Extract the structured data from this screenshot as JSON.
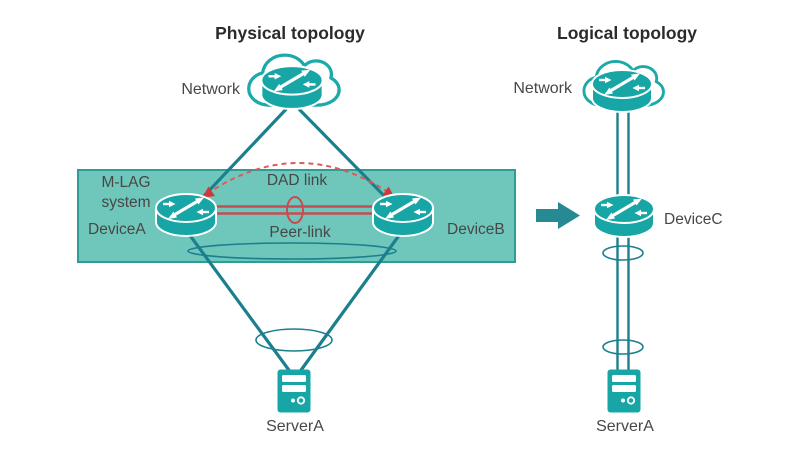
{
  "colors": {
    "teal_icon": "#17A5A5",
    "teal_outline": "#1BA9A9",
    "teal_line": "#1B7F8E",
    "box_fill": "#6FC7BC",
    "box_border": "#2E9D93",
    "red_line": "#C94B52",
    "red_dash": "#DC5A5A",
    "red_head": "#CE3A3A",
    "arrow_fill": "#278991",
    "title": "#2B2B2B",
    "label": "#474747"
  },
  "physical": {
    "title": "Physical topology",
    "network_label": "Network",
    "mlag_box": {
      "label_line1": "M-LAG",
      "label_line2": "system"
    },
    "device_a_label": "DeviceA",
    "device_b_label": "DeviceB",
    "dad_link_label": "DAD link",
    "peer_link_label": "Peer-link",
    "server_label": "ServerA"
  },
  "logical": {
    "title": "Logical topology",
    "network_label": "Network",
    "device_c_label": "DeviceC",
    "server_label": "ServerA"
  }
}
